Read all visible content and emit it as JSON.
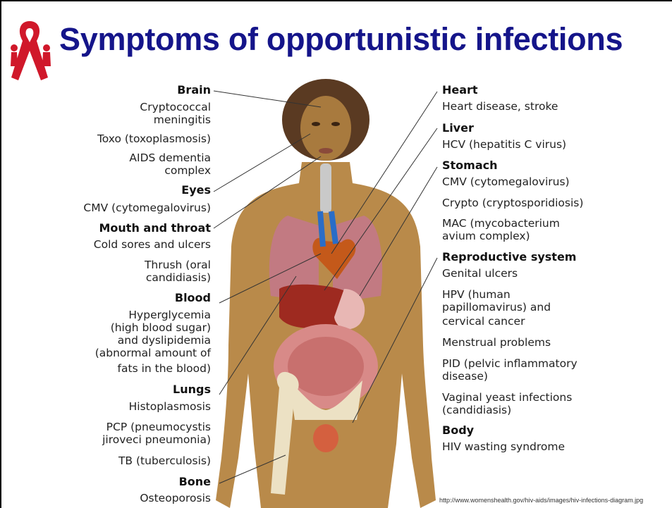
{
  "title": "Symptoms of opportunistic infections",
  "left": {
    "brain_h": "Brain",
    "brain_1a": "Cryptococcal",
    "brain_1b": "meningitis",
    "brain_2": "Toxo (toxoplasmosis)",
    "brain_3a": "AIDS dementia",
    "brain_3b": "complex",
    "eyes_h": "Eyes",
    "eyes_1": "CMV (cytomegalovirus)",
    "mouth_h": "Mouth and throat",
    "mouth_1": "Cold sores and ulcers",
    "mouth_2a": "Thrush (oral",
    "mouth_2b": "candidiasis)",
    "blood_h": "Blood",
    "blood_1a": "Hyperglycemia",
    "blood_1b": "(high blood sugar)",
    "blood_1c": "and dyslipidemia",
    "blood_1d": "(abnormal amount of",
    "blood_1e": "fats in the blood)",
    "lungs_h": "Lungs",
    "lungs_1": "Histoplasmosis",
    "lungs_2a": "PCP (pneumocystis",
    "lungs_2b": "jiroveci pneumonia)",
    "lungs_3": "TB (tuberculosis)",
    "bone_h": "Bone",
    "bone_1": "Osteoporosis"
  },
  "right": {
    "heart_h": "Heart",
    "heart_1": "Heart disease, stroke",
    "liver_h": "Liver",
    "liver_1": "HCV (hepatitis C virus)",
    "stomach_h": "Stomach",
    "stomach_1": "CMV (cytomegalovirus)",
    "stomach_2": "Crypto (cryptosporidiosis)",
    "stomach_3a": "MAC (mycobacterium",
    "stomach_3b": "avium complex)",
    "repro_h": "Reproductive system",
    "repro_1": "Genital ulcers",
    "repro_2a": "HPV (human",
    "repro_2b": "papillomavirus) and",
    "repro_2c": "cervical cancer",
    "repro_3": "Menstrual problems",
    "repro_4a": "PID (pelvic inflammatory",
    "repro_4b": "disease)",
    "repro_5a": "Vaginal yeast infections",
    "repro_5b": "(candidiasis)",
    "body_h": "Body",
    "body_1": "HIV wasting syndrome"
  },
  "source": "http://www.womenshealth.gov/hiv-aids/images/hiv-infections-diagram.jpg"
}
